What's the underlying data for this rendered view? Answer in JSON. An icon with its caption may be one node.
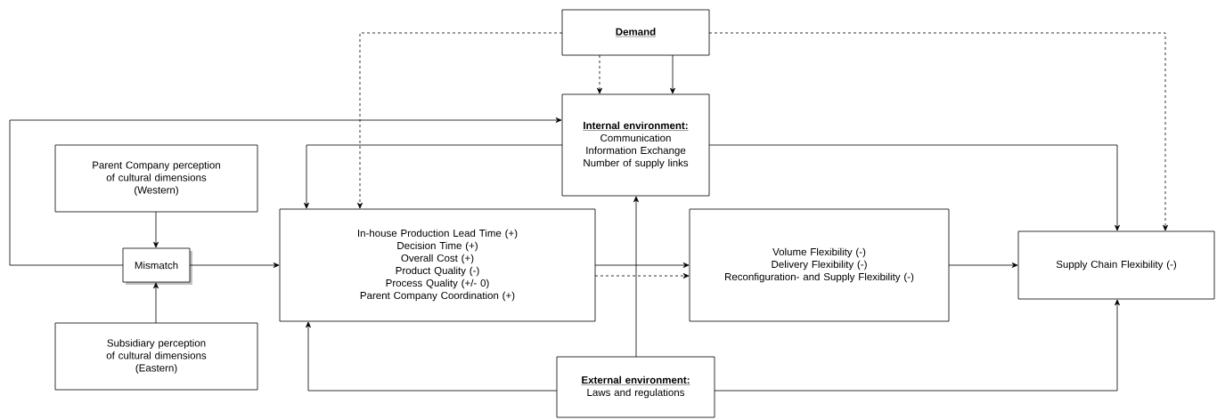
{
  "diagram": {
    "nodes": [
      {
        "text": [
          "Demand"
        ]
      },
      {
        "text": [
          "Internal environment:",
          "Communication",
          "Information Exchange",
          "Number of supply links"
        ]
      },
      {
        "text": [
          "Parent Company perception of cultural dimensions",
          "(Western)"
        ]
      },
      {
        "text": [
          "Mismatch"
        ]
      },
      {
        "text": [
          "Subsidiary perception of cultural dimensions",
          "(Eastern)"
        ]
      },
      {
        "text": [
          "In-house Production Lead Time (+)",
          "Decision Time (+)",
          "Overall Cost (+)",
          "Product Quality (-)",
          "Process Quality (+/- 0)",
          "Parent Company Coordination (+)"
        ]
      },
      {
        "text": [
          "Volume Flexibility (-)",
          "Delivery Flexibility (-)",
          "Reconfiguration- and Supply Flexibility (-)"
        ]
      },
      {
        "text": [
          "Supply Chain Flexibility (-)"
        ]
      },
      {
        "text": [
          "External environment:",
          "Laws and regulations"
        ]
      }
    ],
    "edges": [
      {
        "from": 0,
        "to": 1,
        "arrow": "to",
        "style": "dashed"
      },
      {
        "from": 0,
        "to": 1,
        "arrow": "to"
      },
      {
        "from": 0,
        "to": 5,
        "arrow": "to",
        "style": "dashed"
      },
      {
        "from": 0,
        "to": 7,
        "arrow": "to",
        "style": "dashed"
      },
      {
        "from": 3,
        "to": 1,
        "arrow": "to"
      },
      {
        "from": 1,
        "to": 5,
        "arrow": "to"
      },
      {
        "from": 1,
        "to": 7,
        "arrow": "to"
      },
      {
        "from": 2,
        "to": 3,
        "arrow": "to"
      },
      {
        "from": 4,
        "to": 3,
        "arrow": "to"
      },
      {
        "from": 3,
        "to": 5,
        "arrow": "to"
      },
      {
        "from": 5,
        "to": 6,
        "arrow": "to"
      },
      {
        "from": 5,
        "to": 6,
        "arrow": "to",
        "style": "dashed"
      },
      {
        "from": 6,
        "to": 7,
        "arrow": "to"
      },
      {
        "from": 8,
        "to": 1,
        "arrow": "to"
      },
      {
        "from": 8,
        "to": 5,
        "arrow": "to"
      },
      {
        "from": 8,
        "to": 7,
        "arrow": "to"
      }
    ]
  }
}
